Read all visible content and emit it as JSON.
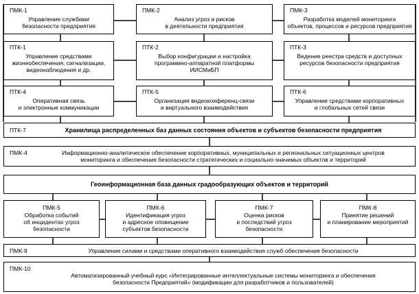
{
  "top_rows": [
    [
      {
        "code": "ПМК-1",
        "text": "Управление службами\nбезопасности предприятия"
      },
      {
        "code": "ПМК-2",
        "text": "Анализ угроз и рисков\nв деятельности предприятия"
      },
      {
        "code": "ПМК-3",
        "text": "Разработка моделей мониторинга\nобъектов, процессов и ресурсов предприятия"
      }
    ],
    [
      {
        "code": "ПТК-1",
        "text": "Управление средствами\nжизнеобеспечения, сигнализации,\nвидеонаблюдения и др."
      },
      {
        "code": "ПТК-2",
        "text": "Выбор конфигурации и настройка\nпрограммно-аппаратной платформы\nИИСМиБП"
      },
      {
        "code": "ПТК-3",
        "text": "Ведение реестра средств и доступных\nресурсов безопасности предприятия"
      }
    ],
    [
      {
        "code": "ПТК-4",
        "text": "Оперативная связь\nи электронные коммуникации"
      },
      {
        "code": "ПТК-5",
        "text": "Организация видеоконференц-связи\nи виртуального взаимодействия"
      },
      {
        "code": "ПТК-6",
        "text": "Управление средствами корпоративных\nи глобальных сетей связи"
      }
    ]
  ],
  "ptk7": {
    "code": "ПТК-7",
    "text": "Хранилища распределенных баз данных состояния объектов и субъектов безопасности предприятия"
  },
  "pmk4": {
    "code": "ПМК-4",
    "text": "Информационно-аналитическое обеспечение корпоративных, муниципальных и региональных ситуационных центров\nмониторинга и обеспечения безопасности стратегических и социально-значимых объектов и территорий"
  },
  "geo": {
    "text": "Геоинформационная база данных градообразующих объектов и территорий"
  },
  "bottom_row": [
    {
      "code": "ПМК-5",
      "text": "Обработка событий\nоб инцидентах угроз\nбезопасности"
    },
    {
      "code": "ПМК-6",
      "text": "Идентификация угроз\nи адресное оповещение\nсубъектов безопасности"
    },
    {
      "code": "ПМК-7",
      "text": "Оценка рисков\nи последствий угроз\nбезопасности"
    },
    {
      "code": "ПМК-8",
      "text": "Принятие решений\nи планирование мероприятий"
    }
  ],
  "pmk9": {
    "code": "ПМК-9",
    "text": "Управление силами и средствами оперативного взаимодействия служб обеспечения безопасности"
  },
  "pmk10": {
    "code": "ПМК-10",
    "text": "Автоматизированный учебный курс «Интегрированные интеллектуальные системы мониторинга и обеспечения\nбезопасности Предприятий» (модификации для разработчиков и пользователей)"
  }
}
